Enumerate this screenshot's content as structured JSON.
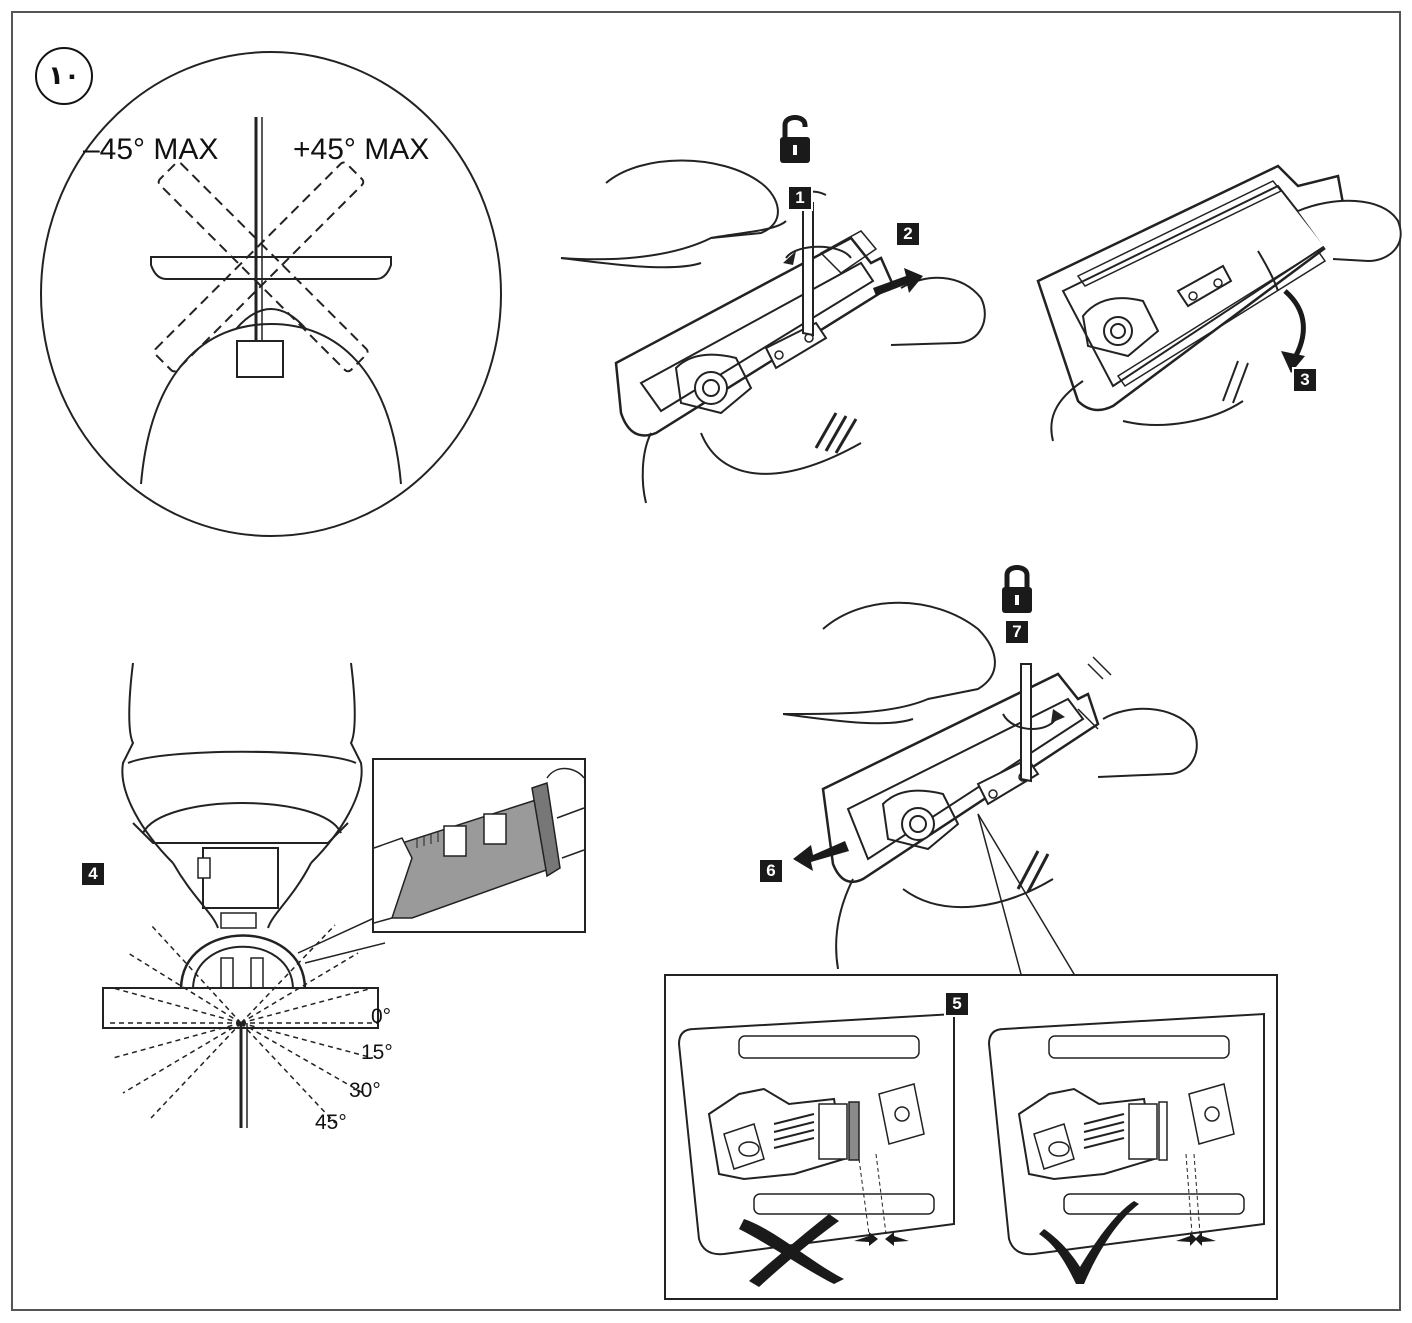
{
  "figure": {
    "number_label": "١٠"
  },
  "angle_limit": {
    "minus_label": "–45° MAX",
    "plus_label": "+45° MAX"
  },
  "steps": {
    "s1": "1",
    "s2": "2",
    "s3": "3",
    "s4": "4",
    "s5": "5",
    "s6": "6",
    "s7": "7"
  },
  "bevel_scale": {
    "marks": [
      "0°",
      "15°",
      "30°",
      "45°"
    ]
  },
  "icons": {
    "unlock": "unlocked-padlock-icon",
    "lock": "locked-padlock-icon",
    "wrong": "cross-mark-icon",
    "right": "check-mark-icon"
  }
}
